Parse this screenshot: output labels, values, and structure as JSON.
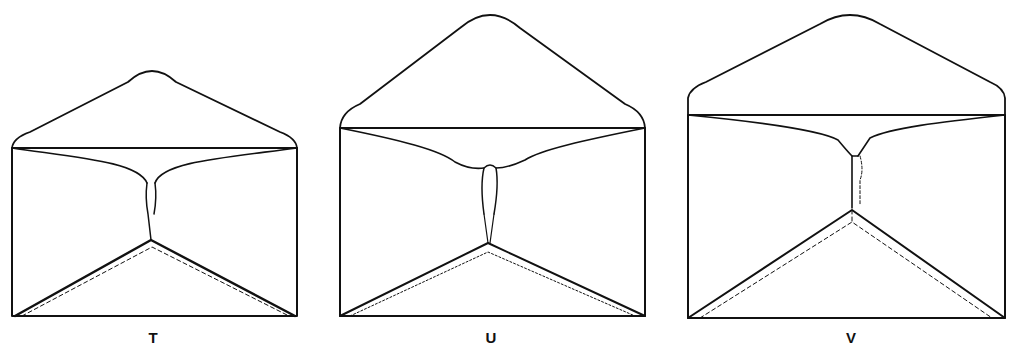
{
  "diagram": {
    "labels": [
      "T",
      "U",
      "V"
    ]
  }
}
